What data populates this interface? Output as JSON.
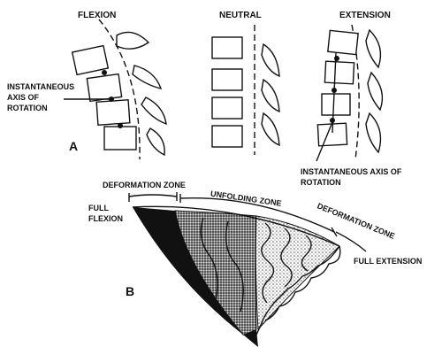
{
  "panel_a": {
    "letter": "A",
    "flexion": {
      "title": "FLEXION",
      "axis_label": [
        "INSTANTANEOUS",
        "AXIS OF",
        "ROTATION"
      ]
    },
    "neutral": {
      "title": "NEUTRAL"
    },
    "extension": {
      "title": "EXTENSION",
      "axis_label": [
        "INSTANTANEOUS AXIS OF",
        "ROTATION"
      ]
    }
  },
  "panel_b": {
    "letter": "B",
    "deformation_zone_left": "DEFORMATION ZONE",
    "full_flexion": [
      "FULL",
      "FLEXION"
    ],
    "unfolding_zone": "UNFOLDING ZONE",
    "deformation_zone_right": "DEFORMATION ZONE",
    "full_extension": "FULL EXTENSION"
  },
  "colors": {
    "ink": "#111111",
    "paper": "#ffffff",
    "stipple": "#bdbdbd",
    "dark": "#2a2a2a"
  }
}
